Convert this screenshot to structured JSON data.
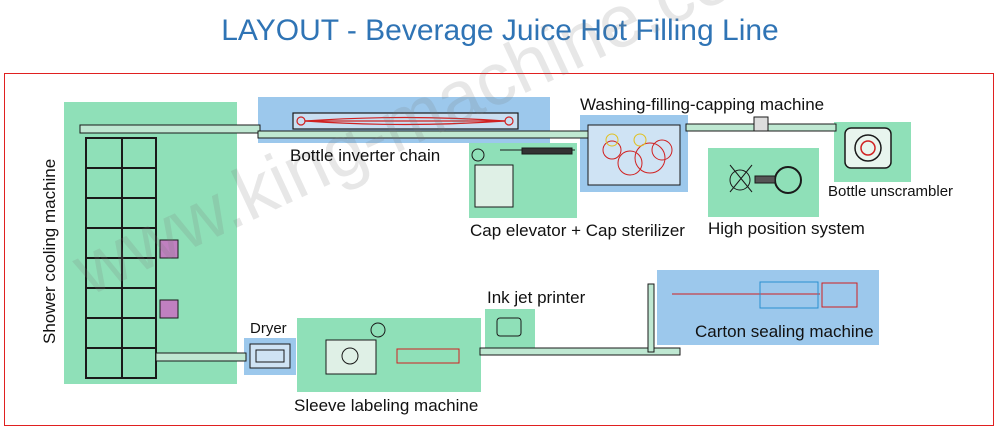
{
  "title": "LAYOUT - Beverage Juice Hot Filling Line",
  "watermark": "www.king-machine.com",
  "labels": {
    "washing": "Washing-filling-capping machine",
    "inverter": "Bottle inverter chain",
    "unscrambler": "Bottle unscrambler",
    "cap": "Cap elevator + Cap sterilizer",
    "high": "High position system",
    "shower": "Shower cooling machine",
    "dryer": "Dryer",
    "inkjet": "Ink jet printer",
    "carton": "Carton sealing machine",
    "sleeve": "Sleeve labeling machine"
  },
  "colors": {
    "title": "#2f74b5",
    "frame": "#e02020",
    "zone_green": "#8fe0b8",
    "zone_blue": "#9cc8ec",
    "conveyor": "#1a1a1a"
  }
}
